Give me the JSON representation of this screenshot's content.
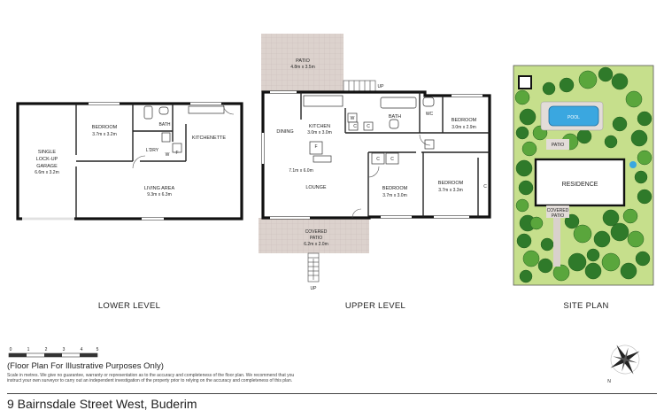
{
  "levels": {
    "lower": "LOWER LEVEL",
    "upper": "UPPER LEVEL",
    "site": "SITE PLAN"
  },
  "lower_rooms": {
    "garage_l1": "SINGLE",
    "garage_l2": "LOCK-UP",
    "garage_l3": "GARAGE",
    "garage_dim": "6.6m x 3.2m",
    "bedroom": "BEDROOM",
    "bedroom_dim": "3.7m x 3.2m",
    "bath": "BATH",
    "ldry": "L'DRY",
    "w": "W",
    "f": "F",
    "kitchenette": "KITCHENETTE",
    "living": "LIVING AREA",
    "living_dim": "9.3m x 6.3m"
  },
  "upper_rooms": {
    "patio": "PATIO",
    "patio_dim": "4.8m x 3.5m",
    "up_top": "UP",
    "dining": "DINING",
    "kitchen": "KITCHEN",
    "kitchen_dim": "3.0m x 3.0m",
    "w": "W",
    "c1": "C",
    "c2": "C",
    "bath": "BATH",
    "wc": "WC",
    "bedroom1": "BEDROOM",
    "bedroom1_dim": "3.0m x 2.9m",
    "f": "F",
    "c3": "C",
    "c4": "C",
    "lounge_dim": "7.1m x 6.0m",
    "lounge": "LOUNGE",
    "bedroom2": "BEDROOM",
    "bedroom2_dim": "3.7m x 3.0m",
    "bedroom3": "BEDROOM",
    "bedroom3_dim": "3.7m x 3.3m",
    "c5": "C",
    "covered_patio_l1": "COVERED",
    "covered_patio_l2": "PATIO",
    "covered_patio_dim": "6.2m x 2.0m",
    "up_bottom": "UP"
  },
  "site": {
    "pool": "POOL",
    "patio": "PATIO",
    "residence": "RESIDENCE",
    "covered_l1": "COVERED",
    "covered_l2": "PATIO"
  },
  "scale": {
    "ticks": [
      "0",
      "1",
      "2",
      "3",
      "4",
      "5"
    ]
  },
  "footer": {
    "disclaimer_title": "(Floor Plan For Illustrative Purposes Only)",
    "disclaimer_text": "Scale in metres. We give no guarantee, warranty or representation as to the accuracy and completeness of the floor plan. We recommend that you instruct your own surveyor to carry out an independent investigation of the property prior to relying on the accuracy and completeness of this plan.",
    "address": "9 Bairnsdale Street West, Buderim"
  },
  "compass": {
    "north": "N"
  },
  "colors": {
    "patio": "#dcd2cd",
    "garden": "#c6df8c",
    "tree_dark": "#2f7a2a",
    "tree_light": "#5aa63c",
    "pool": "#3aa7e0",
    "wall": "#111111"
  }
}
